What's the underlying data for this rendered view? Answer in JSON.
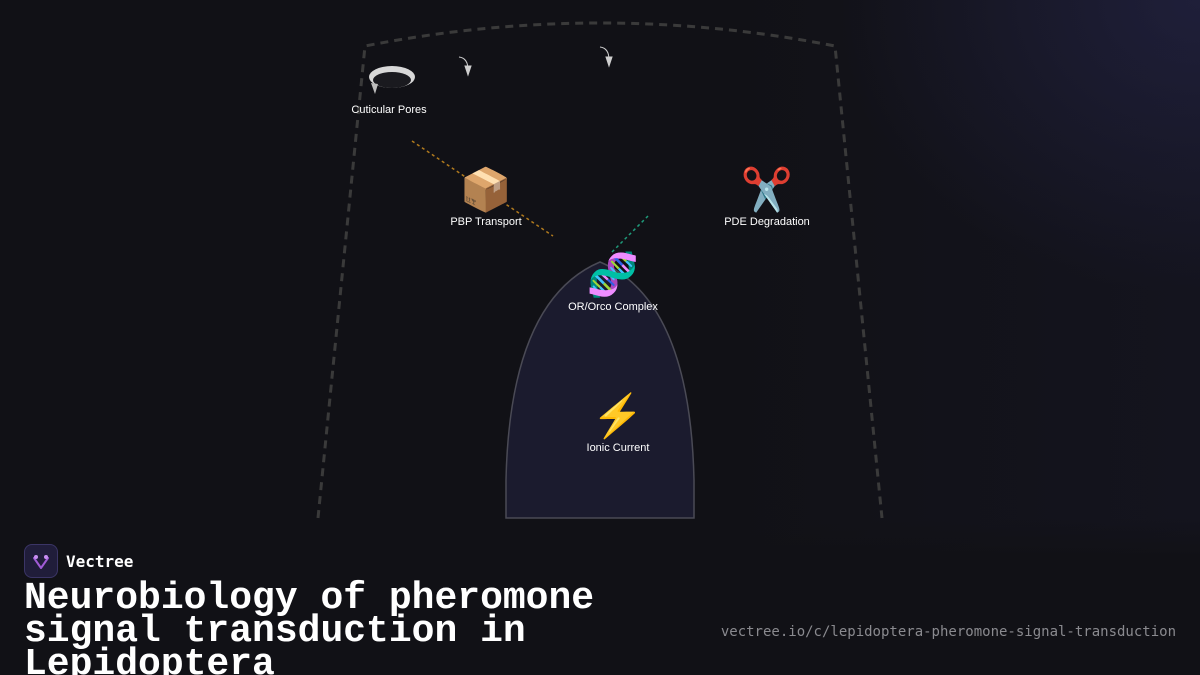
{
  "diagram": {
    "nodes": [
      {
        "id": "cuticular-pores",
        "label": "Cuticular Pores",
        "icon": "pore-ring-icon"
      },
      {
        "id": "pbp-transport",
        "label": "PBP Transport",
        "icon": "package-icon",
        "glyph": "📦"
      },
      {
        "id": "pde-degradation",
        "label": "PDE Degradation",
        "icon": "scissors-icon",
        "glyph": "✂️"
      },
      {
        "id": "or-orco-complex",
        "label": "OR/Orco Complex",
        "icon": "dna-icon",
        "glyph": "🧬"
      },
      {
        "id": "ionic-current",
        "label": "Ionic Current",
        "icon": "lightning-icon",
        "glyph": "⚡"
      }
    ],
    "colors": {
      "background": "#111116",
      "sensillum_outline": "#3a3a3a",
      "dendrite_fill": "#1b1b2e",
      "pbp_link": "#b07a1e",
      "or_link": "#1f9a7a",
      "text": "#ffffff"
    }
  },
  "footer": {
    "brand": "Vectree",
    "brand_icon": "vectree-logo-icon",
    "title": "Neurobiology of pheromone signal transduction in Lepidoptera",
    "url": "vectree.io/c/lepidoptera-pheromone-signal-transduction"
  }
}
